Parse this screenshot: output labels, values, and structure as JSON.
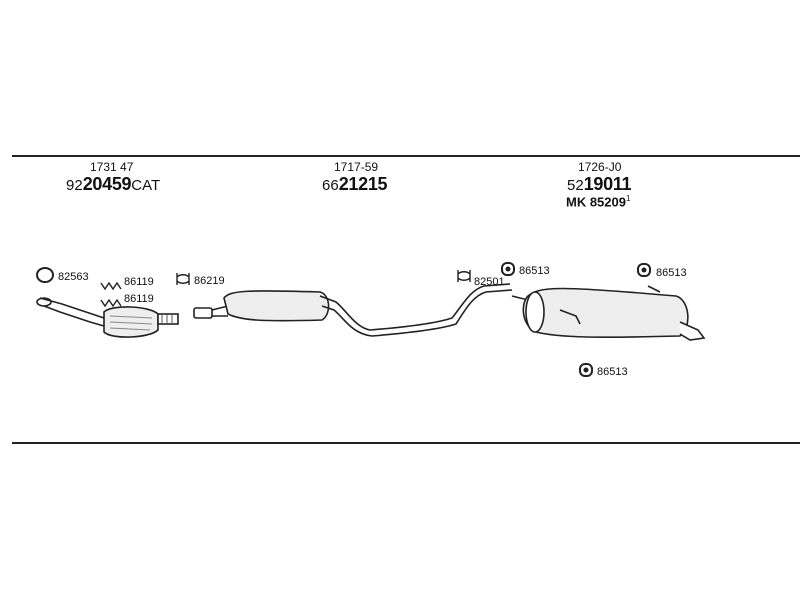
{
  "groups": [
    {
      "header": "1731 47",
      "prefix": "92",
      "number": "20459",
      "suffix": "CAT"
    },
    {
      "header": "1717-59",
      "prefix": "66",
      "number": "21215",
      "suffix": ""
    },
    {
      "header": "1726-J0",
      "prefix": "52",
      "number": "19011",
      "suffix": "",
      "mk": "MK 85209",
      "mk_sup": "1"
    }
  ],
  "small_parts": {
    "gasket": "82563",
    "bolt_a": "86119",
    "bolt_b": "86119",
    "clamp_a": "86219",
    "clamp_b": "82501",
    "hanger_a": "86513",
    "hanger_b": "86513",
    "hanger_c": "86513"
  },
  "icons": [
    "ring-gasket-icon",
    "bolt-icon",
    "clamp-icon",
    "rubber-hanger-icon"
  ]
}
